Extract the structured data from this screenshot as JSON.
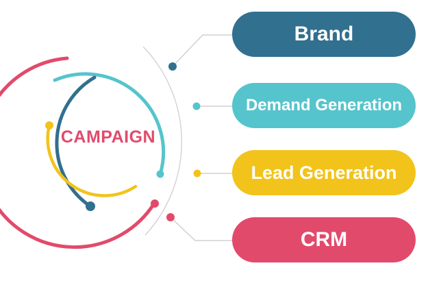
{
  "center": {
    "label": "CAMPAIGN",
    "color": "#e24a6b"
  },
  "stages": [
    {
      "label": "Brand",
      "color": "#31708e"
    },
    {
      "label": "Demand Generation",
      "color": "#56c4cc"
    },
    {
      "label": "Lead Generation",
      "color": "#f2c31a"
    },
    {
      "label": "CRM",
      "color": "#e24a6b"
    }
  ],
  "connector_color": "#d0d0d0"
}
